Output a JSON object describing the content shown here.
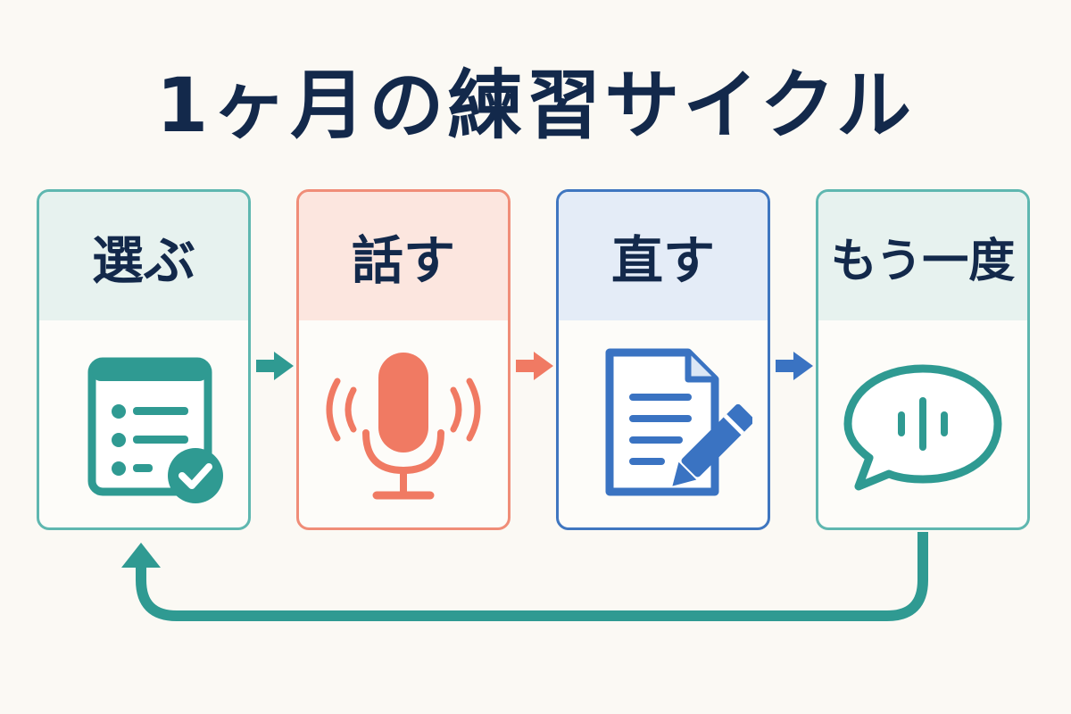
{
  "title": "1ヶ月の練習サイクル",
  "steps": [
    {
      "label": "選ぶ",
      "icon": "checklist-icon",
      "color": "#2f9a92"
    },
    {
      "label": "話す",
      "icon": "microphone-icon",
      "color": "#f07a63"
    },
    {
      "label": "直す",
      "icon": "document-edit-icon",
      "color": "#3a73c2"
    },
    {
      "label": "もう一度",
      "icon": "speech-bubble-icon",
      "color": "#2f9a92"
    }
  ],
  "colors": {
    "title": "#13294b",
    "teal": "#2f9a92",
    "coral": "#f07a63",
    "blue": "#3a73c2"
  }
}
